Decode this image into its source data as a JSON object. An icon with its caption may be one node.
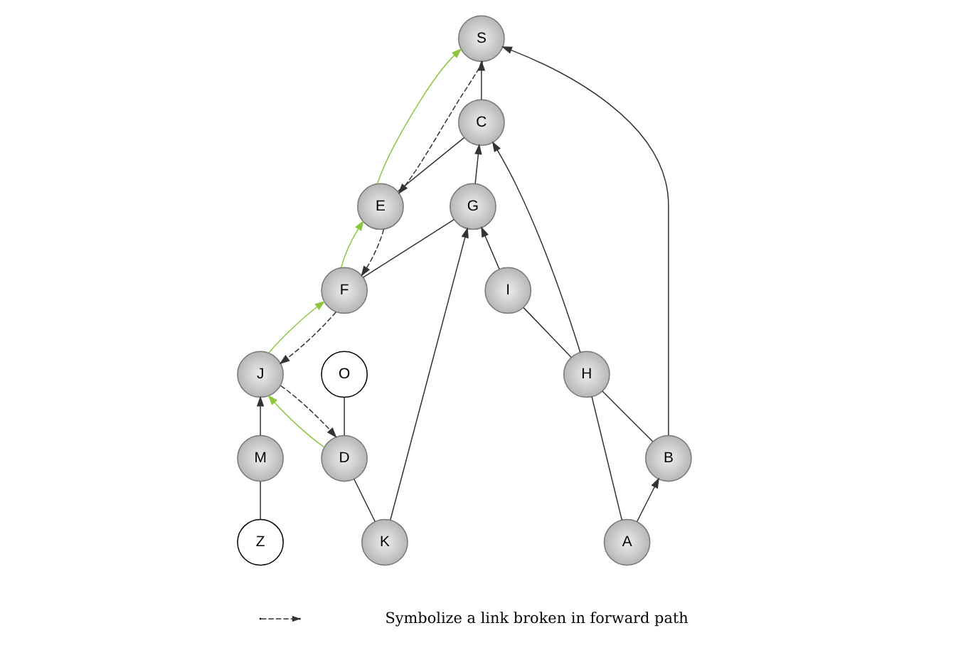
{
  "diagram": {
    "nodes": [
      {
        "text": [
          "S"
        ]
      },
      {
        "text": [
          "E"
        ]
      },
      {
        "text": [
          "Z"
        ]
      },
      {
        "text": [
          "B"
        ]
      },
      {
        "text": [
          "F"
        ]
      },
      {
        "text": [
          "A"
        ]
      },
      {
        "text": [
          "C"
        ]
      },
      {
        "text": [
          "M"
        ]
      },
      {
        "text": [
          "J"
        ]
      },
      {
        "text": [
          "G"
        ]
      },
      {
        "text": [
          "H"
        ]
      },
      {
        "text": [
          "K"
        ]
      },
      {
        "text": [
          "D"
        ]
      },
      {
        "text": [
          "I"
        ]
      },
      {
        "text": [
          "O"
        ]
      }
    ],
    "edges": [
      {
        "from": 5,
        "to": 3,
        "arrow": "to"
      },
      {
        "from": 3,
        "to": 0,
        "arrow": "to"
      },
      {
        "from": 6,
        "to": 0,
        "arrow": "to"
      },
      {
        "from": 1,
        "to": 0,
        "arrow": "to",
        "color": "#8dc63f"
      },
      {
        "from": 0,
        "to": 1,
        "arrow": "to",
        "style": "dashed"
      },
      {
        "from": 1,
        "to": 6,
        "arrow": "none"
      },
      {
        "from": 4,
        "to": 1,
        "arrow": "to",
        "color": "#8dc63f"
      },
      {
        "from": 1,
        "to": 4,
        "arrow": "to",
        "style": "dashed"
      },
      {
        "from": 4,
        "to": 9,
        "arrow": "none"
      },
      {
        "from": 8,
        "to": 4,
        "arrow": "to",
        "color": "#8dc63f"
      },
      {
        "from": 4,
        "to": 8,
        "arrow": "to",
        "style": "dashed"
      },
      {
        "from": 2,
        "to": 7,
        "arrow": "none"
      },
      {
        "from": 7,
        "to": 8,
        "arrow": "to"
      },
      {
        "from": 12,
        "to": 8,
        "arrow": "to",
        "color": "#8dc63f"
      },
      {
        "from": 8,
        "to": 12,
        "arrow": "to",
        "style": "dashed"
      },
      {
        "from": 9,
        "to": 6,
        "arrow": "to"
      },
      {
        "from": 10,
        "to": 6,
        "arrow": "to"
      },
      {
        "from": 5,
        "to": 10,
        "arrow": "none"
      },
      {
        "from": 3,
        "to": 10,
        "arrow": "none"
      },
      {
        "from": 10,
        "to": 13,
        "arrow": "none"
      },
      {
        "from": 13,
        "to": 9,
        "arrow": "to"
      },
      {
        "from": 11,
        "to": 9,
        "arrow": "to"
      },
      {
        "from": 11,
        "to": 12,
        "arrow": "none"
      },
      {
        "from": 12,
        "to": 14,
        "arrow": "none"
      }
    ],
    "legend": [
      {
        "text": "Symbolize a link broken in forward path"
      }
    ]
  }
}
